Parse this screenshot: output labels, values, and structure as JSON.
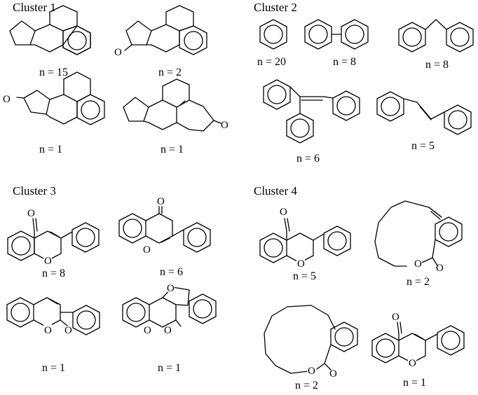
{
  "clusters": [
    {
      "title": "Cluster 1",
      "molecules": [
        {
          "id": "steroid-core",
          "count": "n = 15"
        },
        {
          "id": "steroid-ketone-17",
          "count": "n = 2"
        },
        {
          "id": "steroid-ketone-16",
          "count": "n = 1"
        },
        {
          "id": "steroid-enone",
          "count": "n = 1"
        }
      ]
    },
    {
      "title": "Cluster 2",
      "molecules": [
        {
          "id": "benzene",
          "count": "n = 20"
        },
        {
          "id": "biphenyl",
          "count": "n = 8"
        },
        {
          "id": "diphenylmethane",
          "count": "n = 8"
        },
        {
          "id": "triphenylethylene",
          "count": "n = 6"
        },
        {
          "id": "stilbene",
          "count": "n = 5"
        }
      ]
    },
    {
      "title": "Cluster 3",
      "molecules": [
        {
          "id": "flavone",
          "count": "n = 8"
        },
        {
          "id": "isoflavone",
          "count": "n = 6"
        },
        {
          "id": "phenylcoumarin",
          "count": "n = 1"
        },
        {
          "id": "coumestan",
          "count": "n = 1"
        }
      ]
    },
    {
      "title": "Cluster 4",
      "molecules": [
        {
          "id": "flavanone",
          "count": "n = 5"
        },
        {
          "id": "macrolactone-alkene",
          "count": "n = 2"
        },
        {
          "id": "macrolactone",
          "count": "n = 2"
        },
        {
          "id": "flavone-2",
          "count": "n = 1"
        }
      ]
    }
  ],
  "atoms": {
    "oxygen": "O"
  }
}
